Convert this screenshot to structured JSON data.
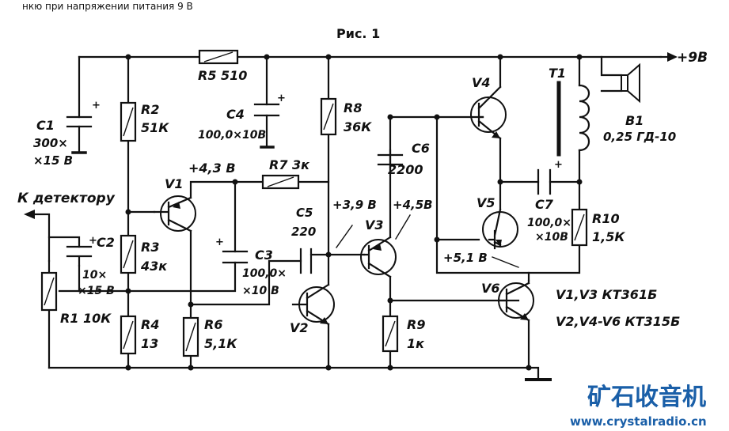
{
  "header_fragment": "нкю при напряжении питания 9 В",
  "figure_title": "Рис. 1",
  "supply_label": "+9В",
  "input_label": "К детектору",
  "components": {
    "R1": "R1 10К",
    "R2": "R2",
    "R2v": "51К",
    "R3": "R3",
    "R3v": "43к",
    "R4": "R4",
    "R4v": "13",
    "R5": "R5 510",
    "R6": "R6",
    "R6v": "5,1К",
    "R7": "R7 3к",
    "R8": "R8",
    "R8v": "36К",
    "R9": "R9",
    "R9v": "1к",
    "R10": "R10",
    "R10v": "1,5К",
    "C1": "C1",
    "C1v1": "300×",
    "C1v2": "×15 В",
    "C2": "C2",
    "C2v1": "10×",
    "C2v2": "×15 В",
    "C3": "C3",
    "C3v1": "100,0×",
    "C3v2": "×10 В",
    "C4": "C4",
    "C4v": "100,0×10В",
    "C5": "C5",
    "C5v": "220",
    "C6": "C6",
    "C6v": "2200",
    "C7": "C7",
    "C7v1": "100,0×",
    "C7v2": "×10В",
    "T1": "T1",
    "B1": "В1",
    "B1v": "0,25 ГД-10",
    "V1": "V1",
    "V2": "V2",
    "V3": "V3",
    "V4": "V4",
    "V5": "V5",
    "V6": "V6"
  },
  "voltages": {
    "v1c": "+4,3 В",
    "v2": "+3,9 В",
    "v3": "+4,5В",
    "v5": "+5,1 В"
  },
  "transistor_types": {
    "line1": "V1,V3 КТ361Б",
    "line2": "V2,V4-V6 КТ315Б"
  },
  "watermark": {
    "cn": "矿石收音机",
    "url": "www.crystalradio.cn",
    "color": "#1a5fa8"
  }
}
